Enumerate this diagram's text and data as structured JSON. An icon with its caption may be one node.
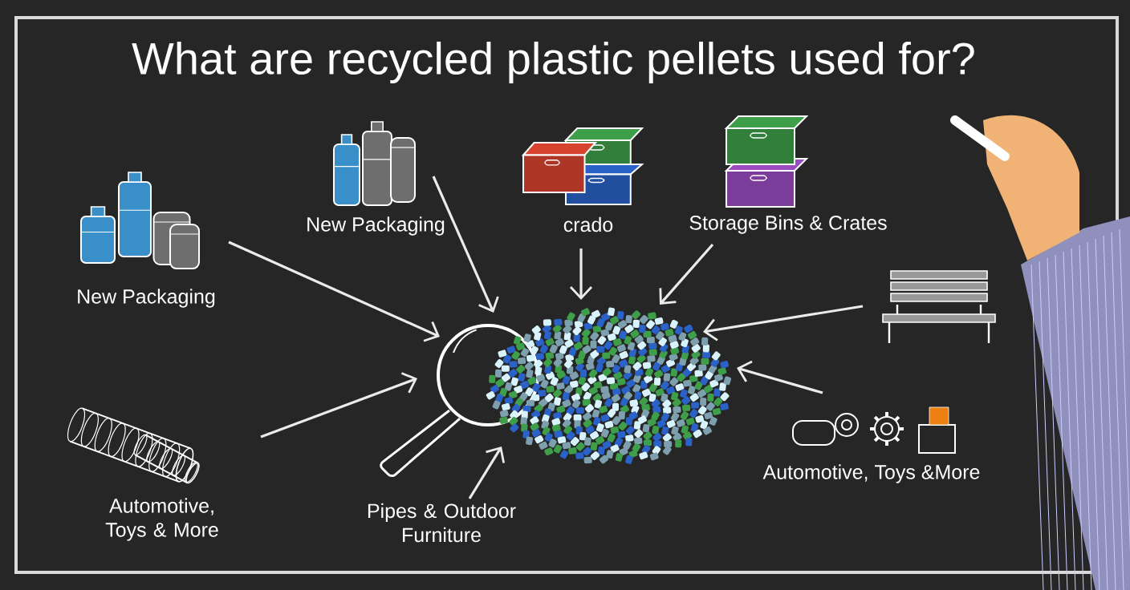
{
  "diagram": {
    "title": "What are recycled plastic pellets used for?",
    "nodes": [
      {
        "text": [
          "New Packaging"
        ]
      },
      {
        "text": [
          "New Packaging"
        ]
      },
      {
        "text": [
          "crado"
        ]
      },
      {
        "text": [
          "Storage Bins & Crates"
        ]
      },
      {
        "text": [],
        "shape": "picture"
      },
      {
        "text": [
          "Automotive, Toys &More"
        ]
      },
      {
        "text": [
          "Automotive, Toys & More"
        ]
      },
      {
        "text": [
          "Pipes & Outdoor Furniture"
        ]
      },
      {
        "text": [],
        "shape": "picture"
      }
    ],
    "edges": [
      {
        "from": 0,
        "to": 4,
        "arrow": "to"
      },
      {
        "from": 1,
        "to": 4,
        "arrow": "to"
      },
      {
        "from": 2,
        "to": 4,
        "arrow": "to"
      },
      {
        "from": 3,
        "to": 4,
        "arrow": "to"
      },
      {
        "from": 8,
        "to": 4,
        "arrow": "to"
      },
      {
        "from": 5,
        "to": 4,
        "arrow": "to"
      },
      {
        "from": 6,
        "to": 4,
        "arrow": "to"
      },
      {
        "from": 7,
        "to": 4,
        "arrow": "to"
      }
    ]
  }
}
